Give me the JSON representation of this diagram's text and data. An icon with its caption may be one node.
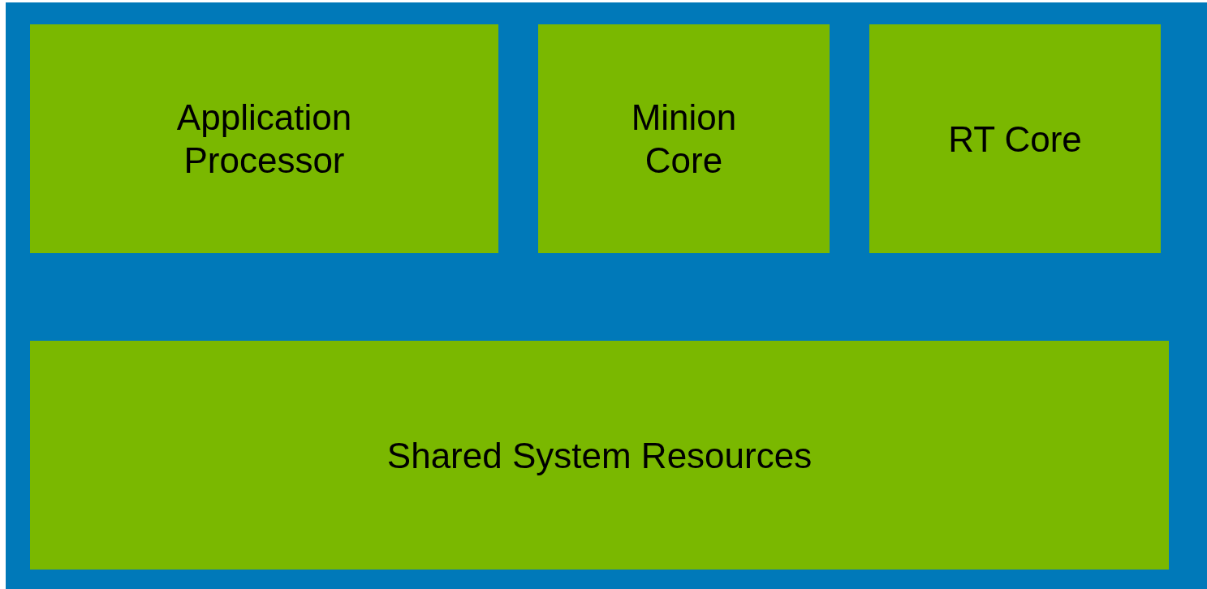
{
  "diagram": {
    "nodes": [
      {
        "text": [],
        "shape": "box"
      },
      {
        "text": [
          "Application Processor"
        ],
        "in": 0
      },
      {
        "text": [
          "Minion Core"
        ],
        "in": 0
      },
      {
        "text": [
          "RT Core"
        ],
        "in": 0
      },
      {
        "text": [
          "Shared System Resources"
        ],
        "in": 0
      }
    ]
  }
}
